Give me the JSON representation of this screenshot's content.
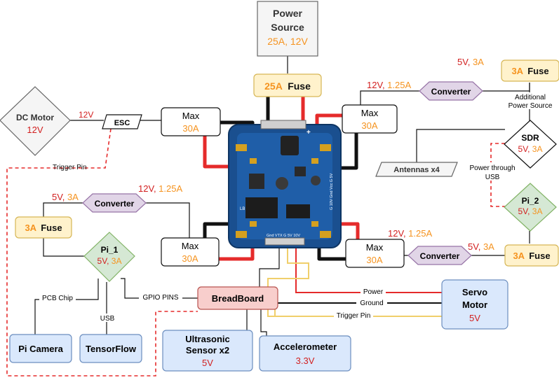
{
  "power_source": {
    "line1": "Power",
    "line2": "Source",
    "spec": "25A, 12V"
  },
  "main_fuse": {
    "amps": "25A",
    "label": "Fuse"
  },
  "dc_motor": {
    "name": "DC Motor",
    "voltage": "12V"
  },
  "esc": {
    "label": "ESC"
  },
  "wire_12v": "12V",
  "trigger_pin_top": "Trigger Pin",
  "max_top_left": {
    "label": "Max",
    "amps": "30A"
  },
  "max_top_right": {
    "label": "Max",
    "amps": "30A"
  },
  "max_bottom_left": {
    "label": "Max",
    "amps": "30A"
  },
  "max_bottom_right": {
    "label": "Max",
    "amps": "30A"
  },
  "converter_top": {
    "label": "Converter",
    "in_12v": "12V, ",
    "in_amps": "1.25A"
  },
  "converter_left": {
    "label": "Converter",
    "in_12v": "12V, ",
    "in_amps": "1.25A",
    "out_v": "5V, ",
    "out_a": "3A"
  },
  "converter_bottom": {
    "label": "Converter",
    "in_12v": "12V, ",
    "in_amps": "1.25A",
    "out_v": "5V, ",
    "out_a": "3A"
  },
  "fuse_top_right": {
    "amps": "3A",
    "label": "Fuse",
    "out_v": "5V, ",
    "out_a": "3A"
  },
  "fuse_left": {
    "amps": "3A",
    "label": "Fuse"
  },
  "fuse_bottom_right": {
    "amps": "3A",
    "label": "Fuse"
  },
  "additional_power": {
    "line1": "Additional",
    "line2": "Power Source"
  },
  "sdr": {
    "label": "SDR",
    "spec_v": "5V, ",
    "spec_a": "3A"
  },
  "antennas": {
    "label": "Antennas x4"
  },
  "power_through_usb": {
    "line1": "Power through",
    "line2": "USB"
  },
  "pi_2": {
    "label": "Pi_2",
    "spec_v": "5V, ",
    "spec_a": "3A"
  },
  "pi_1": {
    "label": "Pi_1",
    "spec_v": "5V, ",
    "spec_a": "3A"
  },
  "pcb_chip": "PCB Chip",
  "usb": "USB",
  "gpio_pins": "GPIO PINS",
  "breadboard": {
    "label": "BreadBoard"
  },
  "pi_camera": {
    "label": "Pi Camera"
  },
  "tensorflow": {
    "label": "TensorFlow"
  },
  "ultrasonic": {
    "line1": "Ultrasonic",
    "line2": "Sensor x2",
    "voltage": "5V"
  },
  "accelerometer": {
    "label": "Accelerometer",
    "voltage": "3.3V"
  },
  "servo": {
    "line1": "Servo",
    "line2": "Motor",
    "voltage": "5V"
  },
  "servo_wires": {
    "power": "Power",
    "ground": "Ground",
    "trigger": "Trigger Pin"
  },
  "pdb_labels": {
    "top_plus": "+",
    "bottom_pads": "Gnd VTX G 5V 10V",
    "left_side": "LB",
    "right_side": "G 10V Gnd Vcc G 5V"
  },
  "colors": {
    "fuse_fill": "#fff2cc",
    "fuse_stroke": "#d6b656",
    "converter_fill": "#e1d5e7",
    "converter_stroke": "#9673a6",
    "pi_fill": "#d5e8d4",
    "pi_stroke": "#82b366",
    "blue_fill": "#dae8fc",
    "blue_stroke": "#6c8ebf",
    "bread_fill": "#f8cecc",
    "bread_stroke": "#b85450",
    "board": "#1a4f8f",
    "orange": "#f5931f",
    "red": "#d21f1f"
  }
}
